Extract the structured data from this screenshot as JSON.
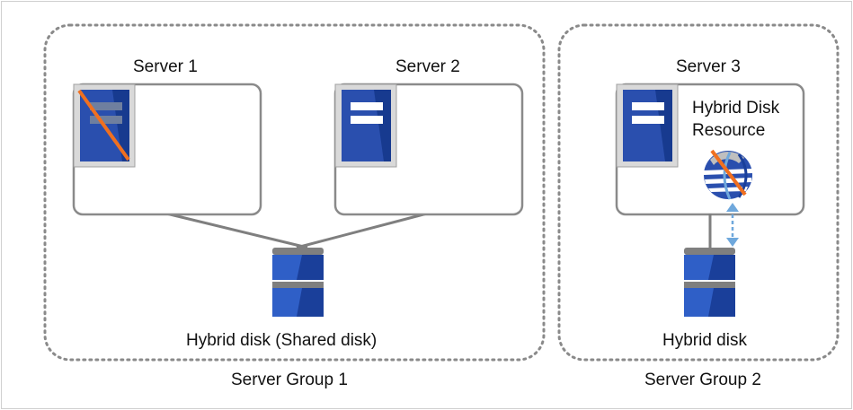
{
  "groups": [
    {
      "label": "Server Group 1"
    },
    {
      "label": "Server Group 2"
    }
  ],
  "servers": [
    {
      "label": "Server 1",
      "status": "down"
    },
    {
      "label": "Server 2",
      "status": "up"
    },
    {
      "label": "Server 3",
      "status": "up"
    }
  ],
  "resource": {
    "label_line1": "Hybrid Disk",
    "label_line2": "Resource",
    "status": "stopped"
  },
  "disks": [
    {
      "label": "Hybrid disk (Shared disk)"
    },
    {
      "label": "Hybrid disk"
    }
  ],
  "colors": {
    "server_blue": "#2a4fae",
    "server_dark": "#173a8f",
    "disk_blue": "#2f5fc7",
    "disk_dark": "#1a3f9a",
    "group_border": "#8a8a8a",
    "box_border": "#8a8a8a",
    "cross_out": "#f07020",
    "connection": "#7f7f7f",
    "arrow": "#6fa8dc"
  },
  "icons": [
    "server-icon",
    "disk-icon",
    "globe-resource-icon",
    "cross-out-mark",
    "bidirectional-arrow"
  ]
}
